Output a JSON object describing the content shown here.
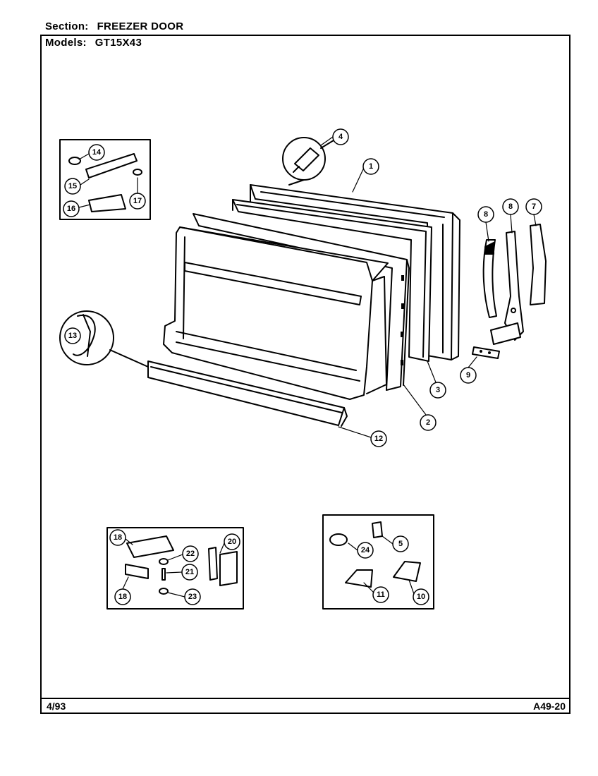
{
  "header": {
    "section_label": "Section:",
    "section_value": "FREEZER DOOR",
    "models_label": "Models:",
    "models_value": "GT15X43"
  },
  "footer": {
    "date": "4/93",
    "code": "A49-20"
  },
  "callouts": {
    "c1": "1",
    "c2": "2",
    "c3": "3",
    "c4": "4",
    "c5": "5",
    "c7": "7",
    "c8": "8",
    "c9": "9",
    "c10": "10",
    "c11": "11",
    "c12": "12",
    "c13": "13",
    "c14": "14",
    "c15": "15",
    "c16": "16",
    "c17": "17",
    "c18a": "18",
    "c18b": "18",
    "c20": "20",
    "c21": "21",
    "c22": "22",
    "c23": "23",
    "c24": "24",
    "c8b": "8"
  }
}
